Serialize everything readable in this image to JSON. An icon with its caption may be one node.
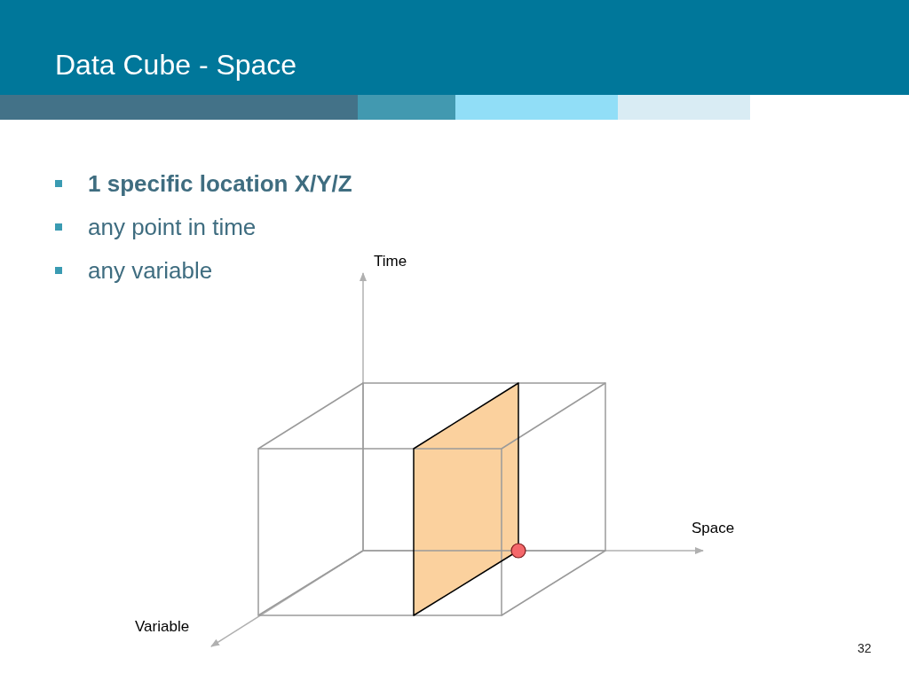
{
  "diagram": {
    "title": "Data Cube - Space",
    "labels": [
      "1 specific location X/Y/Z",
      "any point in time",
      "any variable",
      "Time",
      "Space",
      "Variable",
      "32"
    ]
  }
}
